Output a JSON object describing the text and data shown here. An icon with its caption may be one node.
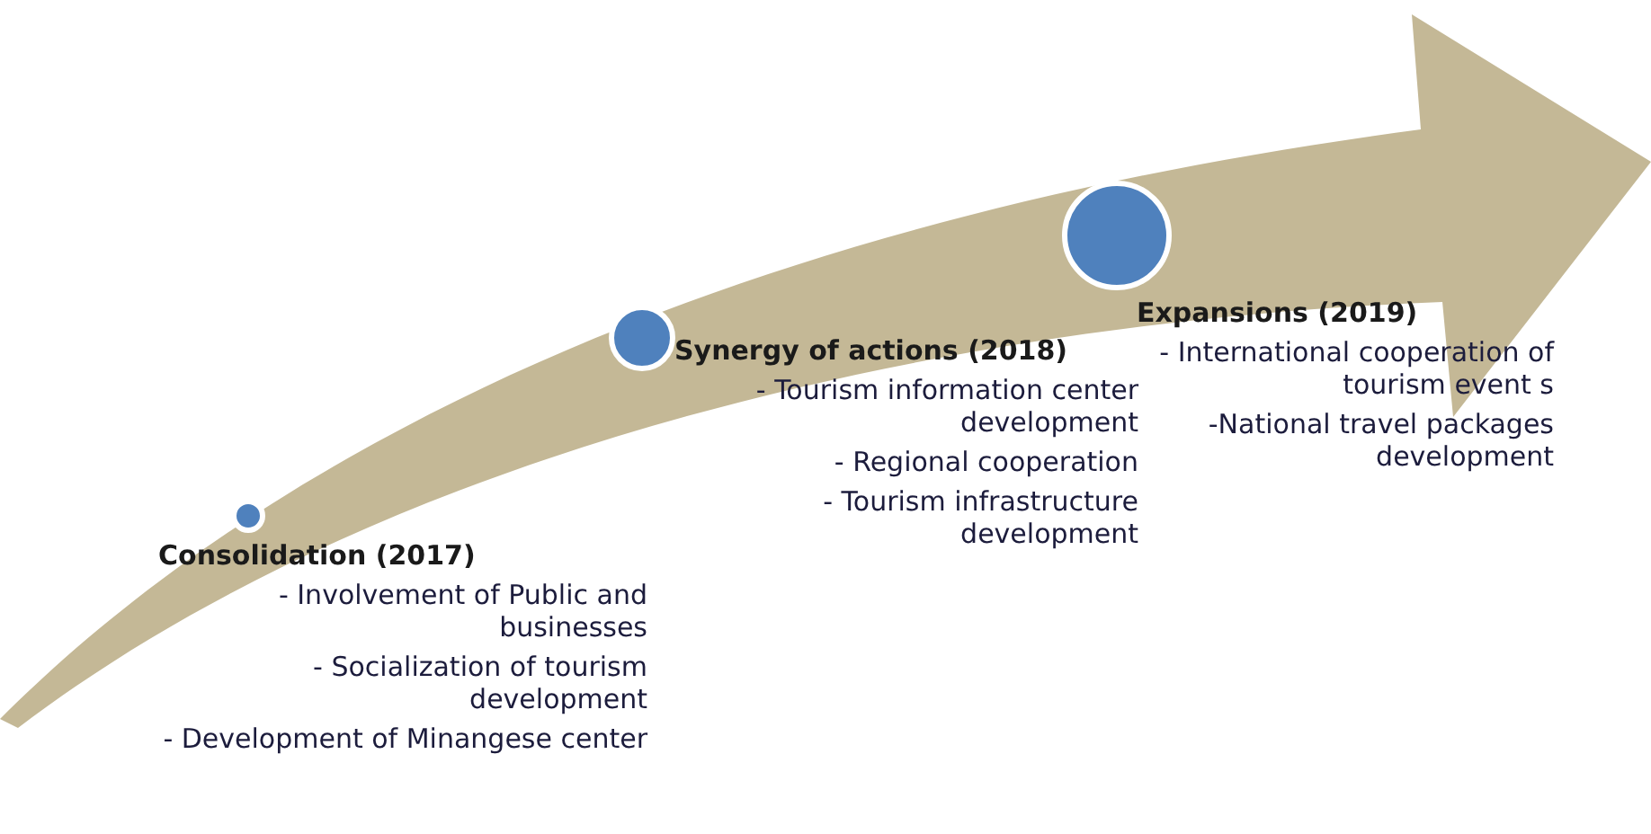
{
  "diagram": {
    "nodes": [
      {
        "text": [],
        "shape": "circle"
      },
      {
        "text": [],
        "shape": "circle"
      },
      {
        "text": [],
        "shape": "circle"
      },
      {
        "text": [
          "Consolidation (2017)",
          "- Involvement of Public and businesses",
          "- Socialization of tourism development",
          "- Development of Minangese center"
        ]
      },
      {
        "text": [
          "Synergy of actions (2018)",
          "- Tourism information center development",
          "- Regional cooperation",
          "- Tourism infrastructure development"
        ]
      },
      {
        "text": [
          "Expansions (2019)",
          "- International cooperation of tourism event s",
          "-National travel packages development"
        ]
      }
    ]
  }
}
